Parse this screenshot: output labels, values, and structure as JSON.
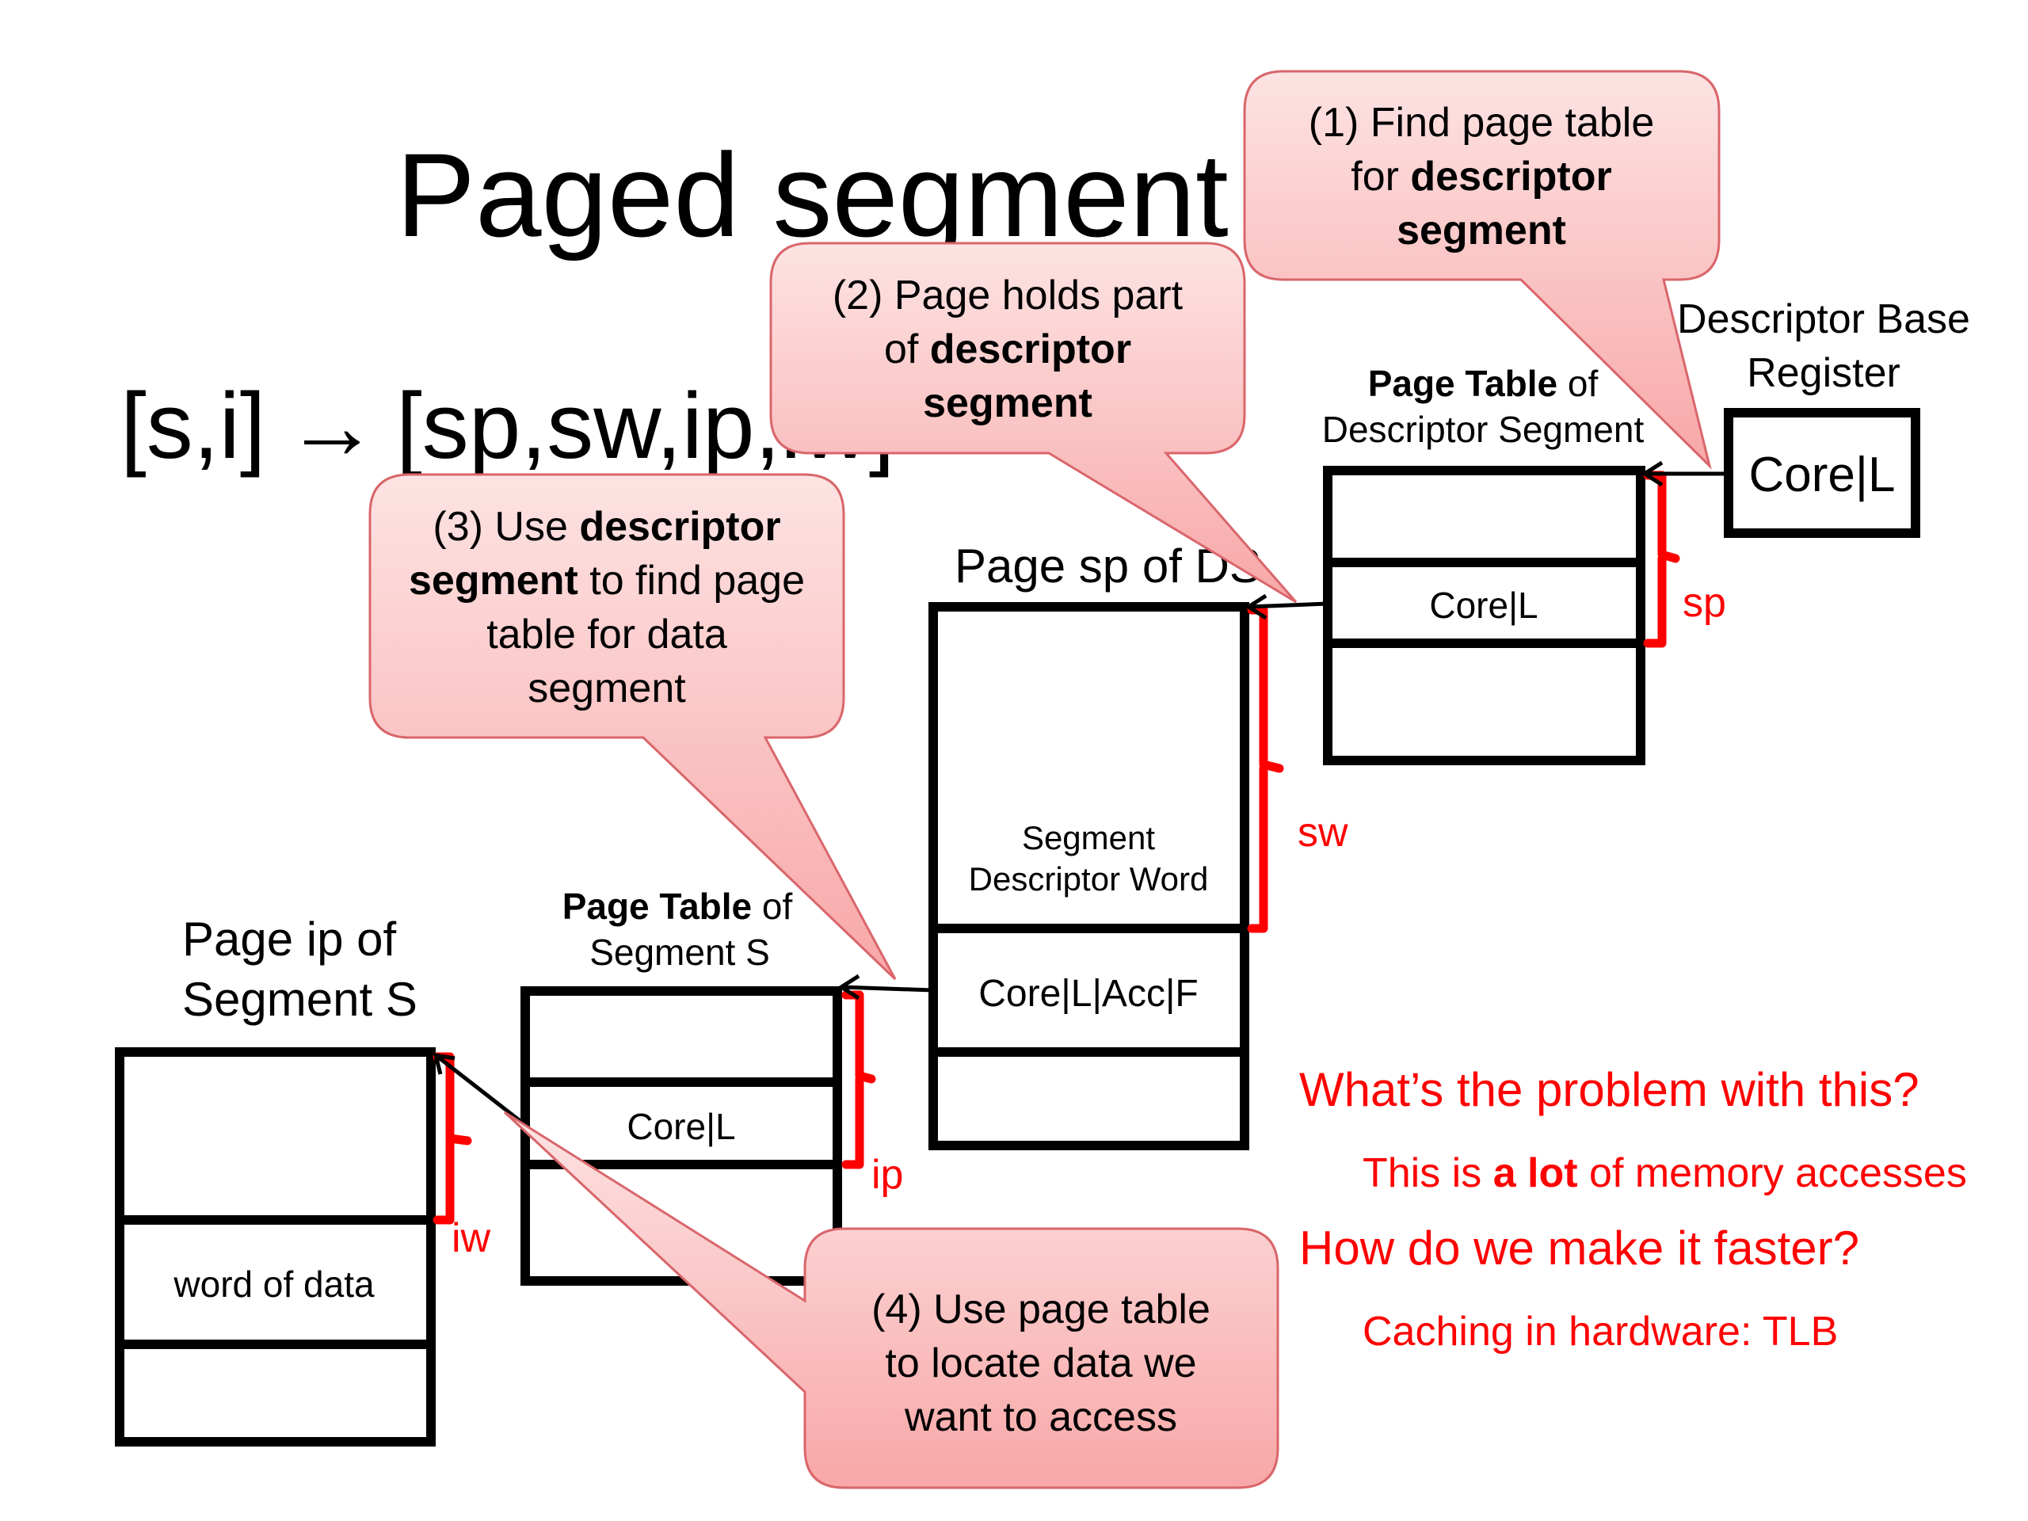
{
  "slide": {
    "title": "Paged segment",
    "formula": "[s,i] → [sp,sw,ip,iw]",
    "formula_left": "[s,i]",
    "formula_arrow": "→",
    "formula_right": "[sp,sw,ip,iw]"
  },
  "colors": {
    "callout_fill_top": "#fde0e0",
    "callout_fill_bottom": "#f9a8a8",
    "callout_border": "#d9666b",
    "accent_red": "#ff0000",
    "box_stroke": "#000000"
  },
  "callouts": [
    {
      "number": "(1)",
      "lines": [
        [
          {
            "text": "(1) Find page table",
            "bold": false
          }
        ],
        [
          {
            "text": "for ",
            "bold": false
          },
          {
            "text": "descriptor",
            "bold": true
          }
        ],
        [
          {
            "text": "segment",
            "bold": true
          }
        ]
      ]
    },
    {
      "number": "(2)",
      "lines": [
        [
          {
            "text": "(2) Page holds part",
            "bold": false
          }
        ],
        [
          {
            "text": "of ",
            "bold": false
          },
          {
            "text": "descriptor",
            "bold": true
          }
        ],
        [
          {
            "text": "segment",
            "bold": true
          }
        ]
      ]
    },
    {
      "number": "(3)",
      "lines": [
        [
          {
            "text": "(3) Use ",
            "bold": false
          },
          {
            "text": "descriptor",
            "bold": true
          }
        ],
        [
          {
            "text": "segment",
            "bold": true
          },
          {
            "text": " to find page",
            "bold": false
          }
        ],
        [
          {
            "text": "table for data",
            "bold": false
          }
        ],
        [
          {
            "text": "segment",
            "bold": false
          }
        ]
      ]
    },
    {
      "number": "(4)",
      "lines": [
        [
          {
            "text": "(4) Use page table",
            "bold": false
          }
        ],
        [
          {
            "text": "to locate data we",
            "bold": false
          }
        ],
        [
          {
            "text": "want to access",
            "bold": false
          }
        ]
      ]
    }
  ],
  "dbr": {
    "label_line1": "Descriptor Base",
    "label_line2": "Register",
    "value": "Core|L"
  },
  "pt_ds": {
    "label_bold": "Page Table",
    "label_rest": " of",
    "label_line2": "Descriptor Segment",
    "entry": "Core|L",
    "offset_label": "sp"
  },
  "page_sp": {
    "label": "Page sp of DS",
    "sdw_line1": "Segment",
    "sdw_line2": "Descriptor Word",
    "entry": "Core|L|Acc|F",
    "offset_label": "sw"
  },
  "pt_s": {
    "label_bold": "Page Table",
    "label_rest": " of",
    "label_line2": "Segment S",
    "entry": "Core|L",
    "offset_label": "ip"
  },
  "page_ip": {
    "label_line1": "Page ip of",
    "label_line2": "Segment S",
    "entry": "word of data",
    "offset_label": "iw"
  },
  "notes": {
    "q1": "What’s the problem with this?",
    "a1_pre": "This is ",
    "a1_bold": "a lot",
    "a1_post": " of memory accesses",
    "q2": "How do we make it faster?",
    "a2": "Caching in hardware: TLB"
  }
}
